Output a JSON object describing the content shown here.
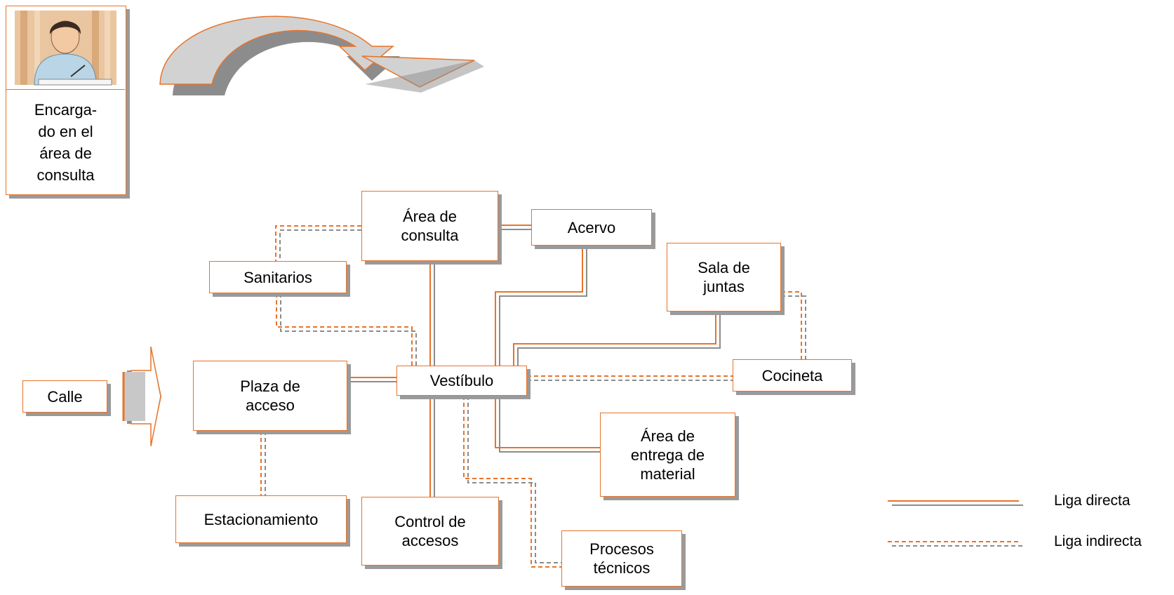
{
  "header": {
    "caption": "Encarga-\ndo en el\nárea de\nconsulta",
    "icon": "person-reading-icon"
  },
  "nodes": {
    "area_consulta": "Área de\nconsulta",
    "acervo": "Acervo",
    "sanitarios": "Sanitarios",
    "sala_juntas": "Sala de\njuntas",
    "calle": "Calle",
    "plaza_acceso": "Plaza de\nacceso",
    "vestibulo": "Vestíbulo",
    "cocineta": "Cocineta",
    "area_entrega": "Área de\nentrega de\nmaterial",
    "estacionamiento": "Estacionamiento",
    "control_accesos": "Control de\naccesos",
    "procesos_tecnicos": "Procesos\ntécnicos"
  },
  "legend": {
    "direct": "Liga directa",
    "indirect": "Liga indirecta"
  },
  "colors": {
    "accent": "#e8732a",
    "secondary": "#8c8c8c",
    "shadow": "#9a9a9a",
    "arrow_fill": "#c8c8c8"
  }
}
